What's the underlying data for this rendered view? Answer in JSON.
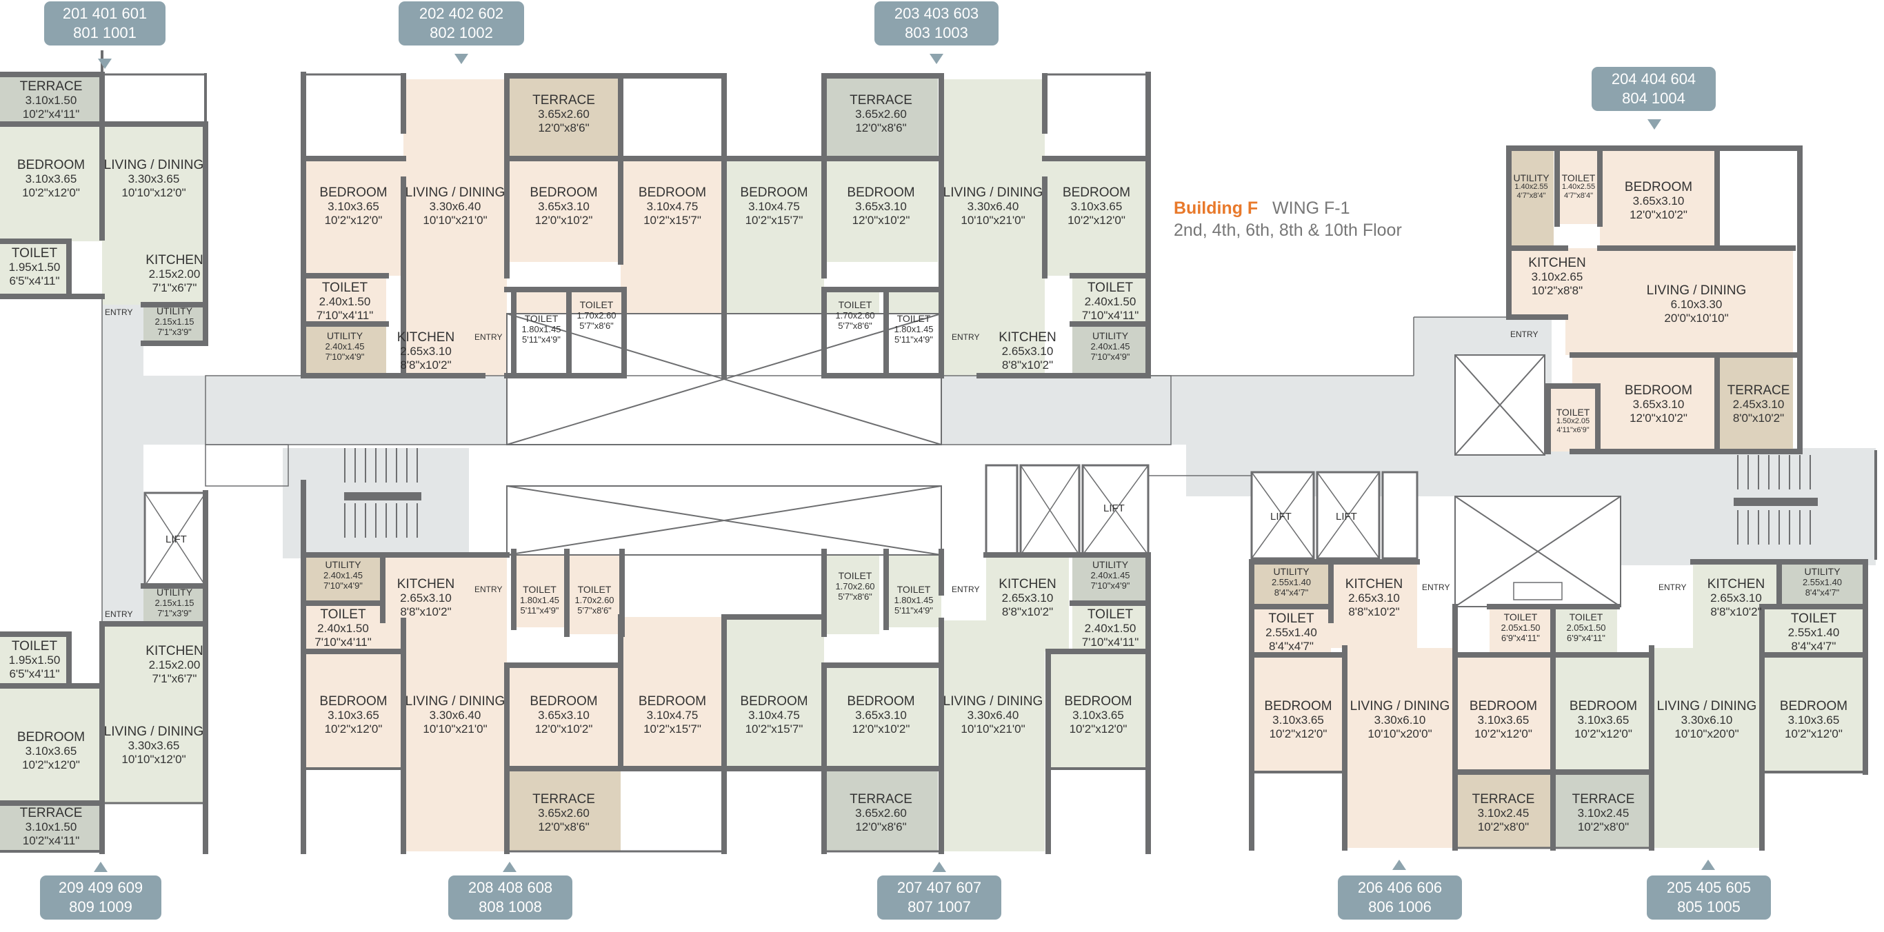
{
  "heading": {
    "building": "Building F",
    "wing": "WING F-1",
    "floors": "2nd, 4th, 6th, 8th & 10th Floor"
  },
  "colors": {
    "wall": "#6d6e70",
    "corridor": "#e3e6e7",
    "room_peach": "#f7e9dc",
    "room_sage": "#e6eadd",
    "terrace_tan": "#ddd2bd",
    "terrace_grey": "#cdd2c8",
    "tag_bg": "#8da3ad",
    "accent": "#e8792b"
  },
  "tags": {
    "t1": [
      "201 401 601",
      "801 1001"
    ],
    "t2": [
      "202 402 602",
      "802 1002"
    ],
    "t3": [
      "203 403 603",
      "803 1003"
    ],
    "t4": [
      "204 404 604",
      "804 1004"
    ],
    "t5": [
      "209 409 609",
      "809 1009"
    ],
    "t6": [
      "208 408 608",
      "808 1008"
    ],
    "t7": [
      "207 407 607",
      "807 1007"
    ],
    "t8": [
      "206 406 606",
      "806 1006"
    ],
    "t9": [
      "205 405 605",
      "805 1005"
    ]
  },
  "rooms": {
    "terrace_a": [
      "TERRACE",
      "3.10x1.50",
      "10'2\"x4'11\""
    ],
    "bedroom_a": [
      "BEDROOM",
      "3.10x3.65",
      "10'2\"x12'0\""
    ],
    "living_a": [
      "LIVING / DINING",
      "3.30x3.65",
      "10'10\"x12'0\""
    ],
    "toilet_a": [
      "TOILET",
      "1.95x1.50",
      "6'5\"x4'11\""
    ],
    "kitchen_a": [
      "KITCHEN",
      "2.15x2.00",
      "7'1\"x6'7\""
    ],
    "utility_a": [
      "UTILITY",
      "2.15x1.15",
      "7'1\"x3'9\""
    ],
    "bedroom_b": [
      "BEDROOM",
      "3.10x3.65",
      "10'2\"x12'0\""
    ],
    "living_b": [
      "LIVING / DINING",
      "3.30x6.40",
      "10'10\"x21'0\""
    ],
    "terrace_b": [
      "TERRACE",
      "3.65x2.60",
      "12'0\"x8'6\""
    ],
    "bedroom_b2": [
      "BEDROOM",
      "3.65x3.10",
      "12'0\"x10'2\""
    ],
    "bedroom_b3": [
      "BEDROOM",
      "3.10x4.75",
      "10'2\"x15'7\""
    ],
    "toilet_b": [
      "TOILET",
      "2.40x1.50",
      "7'10\"x4'11\""
    ],
    "utility_b": [
      "UTILITY",
      "2.40x1.45",
      "7'10\"x4'9\""
    ],
    "kitchen_b": [
      "KITCHEN",
      "2.65x3.10",
      "8'8\"x10'2\""
    ],
    "toilet_b2": [
      "TOILET",
      "1.80x1.45",
      "5'11\"x4'9\""
    ],
    "toilet_b3": [
      "TOILET",
      "1.70x2.60",
      "5'7\"x8'6\""
    ],
    "bedroom_c": [
      "BEDROOM",
      "3.10x4.75",
      "10'2\"x15'7\""
    ],
    "terrace_c": [
      "TERRACE",
      "3.65x2.60",
      "12'0\"x8'6\""
    ],
    "bedroom_c2": [
      "BEDROOM",
      "3.65x3.10",
      "12'0\"x10'2\""
    ],
    "living_c": [
      "LIVING / DINING",
      "3.30x6.40",
      "10'10\"x21'0\""
    ],
    "bedroom_c3": [
      "BEDROOM",
      "3.10x3.65",
      "10'2\"x12'0\""
    ],
    "toilet_c": [
      "TOILET",
      "1.70x2.60",
      "5'7\"x8'6\""
    ],
    "toilet_c2": [
      "TOILET",
      "1.80x1.45",
      "5'11\"x4'9\""
    ],
    "kitchen_c": [
      "KITCHEN",
      "2.65x3.10",
      "8'8\"x10'2\""
    ],
    "toilet_c3": [
      "TOILET",
      "2.40x1.50",
      "7'10\"x4'11\""
    ],
    "utility_c": [
      "UTILITY",
      "2.40x1.45",
      "7'10\"x4'9\""
    ],
    "utility_d": [
      "UTILITY",
      "1.40x2.55",
      "4'7\"x8'4\""
    ],
    "toilet_d": [
      "TOILET",
      "1.40x2.55",
      "4'7\"x8'4\""
    ],
    "bedroom_d": [
      "BEDROOM",
      "3.65x3.10",
      "12'0\"x10'2\""
    ],
    "kitchen_d": [
      "KITCHEN",
      "3.10x2.65",
      "10'2\"x8'8\""
    ],
    "living_d": [
      "LIVING / DINING",
      "6.10x3.30",
      "20'0\"x10'10\""
    ],
    "bedroom_d2": [
      "BEDROOM",
      "3.65x3.10",
      "12'0\"x10'2\""
    ],
    "terrace_d": [
      "TERRACE",
      "2.45x3.10",
      "8'0\"x10'2\""
    ],
    "toilet_d2": [
      "TOILET",
      "1.50x2.05",
      "4'11\"x6'9\""
    ],
    "utility_e": [
      "UTILITY",
      "2.15x1.15",
      "7'1\"x3'9\""
    ],
    "toilet_e": [
      "TOILET",
      "1.95x1.50",
      "6'5\"x4'11\""
    ],
    "kitchen_e": [
      "KITCHEN",
      "2.15x2.00",
      "7'1\"x6'7\""
    ],
    "bedroom_e": [
      "BEDROOM",
      "3.10x3.65",
      "10'2\"x12'0\""
    ],
    "living_e": [
      "LIVING / DINING",
      "3.30x3.65",
      "10'10\"x12'0\""
    ],
    "terrace_e": [
      "TERRACE",
      "3.10x1.50",
      "10'2\"x4'11\""
    ],
    "utility_f": [
      "UTILITY",
      "2.40x1.45",
      "7'10\"x4'9\""
    ],
    "kitchen_f": [
      "KITCHEN",
      "2.65x3.10",
      "8'8\"x10'2\""
    ],
    "toilet_f": [
      "TOILET",
      "1.80x1.45",
      "5'11\"x4'9\""
    ],
    "toilet_f2": [
      "TOILET",
      "1.70x2.60",
      "5'7\"x8'6\""
    ],
    "toilet_f3": [
      "TOILET",
      "2.40x1.50",
      "7'10\"x4'11\""
    ],
    "bedroom_f": [
      "BEDROOM",
      "3.10x3.65",
      "10'2\"x12'0\""
    ],
    "living_f": [
      "LIVING / DINING",
      "3.30x6.40",
      "10'10\"x21'0\""
    ],
    "bedroom_f2": [
      "BEDROOM",
      "3.65x3.10",
      "12'0\"x10'2\""
    ],
    "bedroom_f3": [
      "BEDROOM",
      "3.10x4.75",
      "10'2\"x15'7\""
    ],
    "terrace_f": [
      "TERRACE",
      "3.65x2.60",
      "12'0\"x8'6\""
    ],
    "toilet_g": [
      "TOILET",
      "1.70x2.60",
      "5'7\"x8'6\""
    ],
    "toilet_g2": [
      "TOILET",
      "1.80x1.45",
      "5'11\"x4'9\""
    ],
    "kitchen_g": [
      "KITCHEN",
      "2.65x3.10",
      "8'8\"x10'2\""
    ],
    "utility_g": [
      "UTILITY",
      "2.40x1.45",
      "7'10\"x4'9\""
    ],
    "toilet_g3": [
      "TOILET",
      "2.40x1.50",
      "7'10\"x4'11\""
    ],
    "bedroom_g": [
      "BEDROOM",
      "3.10x4.75",
      "10'2\"x15'7\""
    ],
    "bedroom_g2": [
      "BEDROOM",
      "3.65x3.10",
      "12'0\"x10'2\""
    ],
    "living_g": [
      "LIVING / DINING",
      "3.30x6.40",
      "10'10\"x21'0\""
    ],
    "bedroom_g3": [
      "BEDROOM",
      "3.10x3.65",
      "10'2\"x12'0\""
    ],
    "terrace_g": [
      "TERRACE",
      "3.65x2.60",
      "12'0\"x8'6\""
    ],
    "utility_h": [
      "UTILITY",
      "2.55x1.40",
      "8'4\"x4'7\""
    ],
    "kitchen_h": [
      "KITCHEN",
      "2.65x3.10",
      "8'8\"x10'2\""
    ],
    "toilet_h": [
      "TOILET",
      "2.55x1.40",
      "8'4\"x4'7\""
    ],
    "toilet_h2": [
      "TOILET",
      "2.05x1.50",
      "6'9\"x4'11\""
    ],
    "bedroom_h": [
      "BEDROOM",
      "3.10x3.65",
      "10'2\"x12'0\""
    ],
    "living_h": [
      "LIVING / DINING",
      "3.30x6.10",
      "10'10\"x20'0\""
    ],
    "bedroom_h2": [
      "BEDROOM",
      "3.10x3.65",
      "10'2\"x12'0\""
    ],
    "terrace_h": [
      "TERRACE",
      "3.10x2.45",
      "10'2\"x8'0\""
    ],
    "toilet_i": [
      "TOILET",
      "2.05x1.50",
      "6'9\"x4'11\""
    ],
    "bedroom_i": [
      "BEDROOM",
      "3.10x3.65",
      "10'2\"x12'0\""
    ],
    "living_i": [
      "LIVING / DINING",
      "3.30x6.10",
      "10'10\"x20'0\""
    ],
    "kitchen_i": [
      "KITCHEN",
      "2.65x3.10",
      "8'8\"x10'2\""
    ],
    "utility_i": [
      "UTILITY",
      "2.55x1.40",
      "8'4\"x4'7\""
    ],
    "toilet_i2": [
      "TOILET",
      "2.55x1.40",
      "8'4\"x4'7\""
    ],
    "bedroom_i2": [
      "BEDROOM",
      "3.10x3.65",
      "10'2\"x12'0\""
    ],
    "terrace_i": [
      "TERRACE",
      "3.10x2.45",
      "10'2\"x8'0\""
    ]
  },
  "labels": {
    "entry": "ENTRY",
    "lift": "LIFT"
  }
}
